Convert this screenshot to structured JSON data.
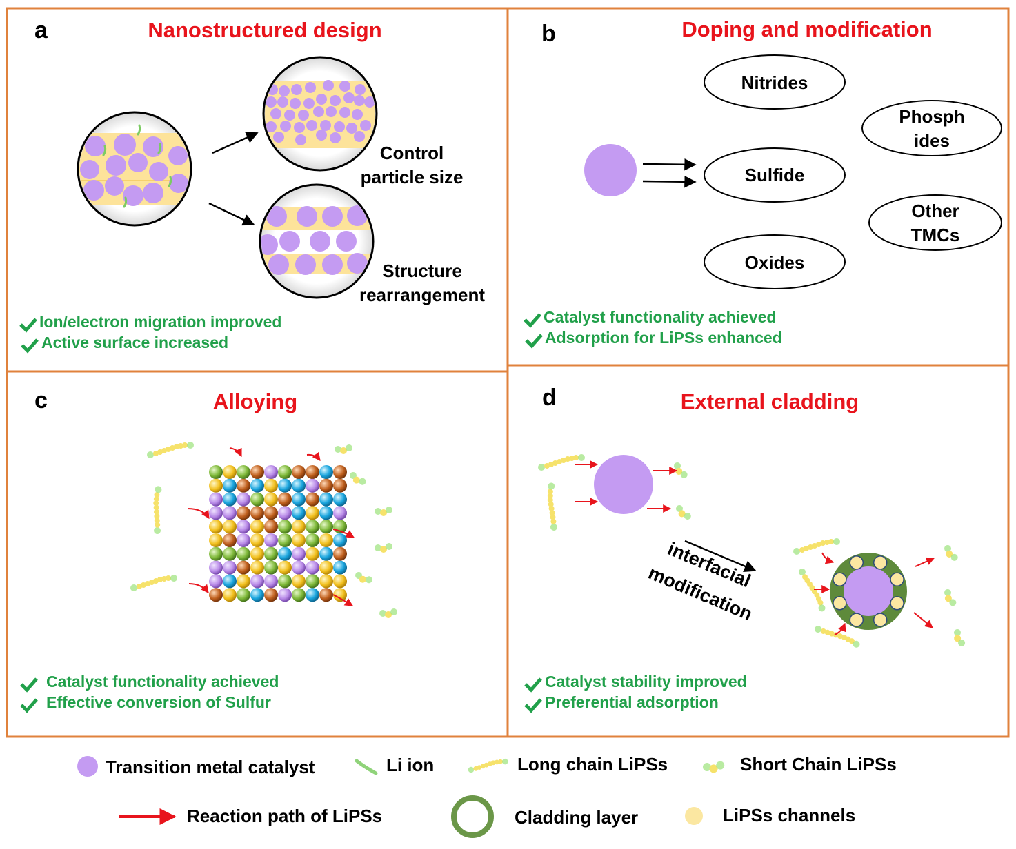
{
  "colors": {
    "panel_border": "#E0823C",
    "title_red": "#E8141C",
    "benefit_green": "#21A04A",
    "purple": "#C49BF2",
    "yellow_layer": "#FDE39A",
    "cladding_green": "#5E8A3B",
    "channel_yellow": "#FBE7A1",
    "arrow_red": "#E8141C"
  },
  "panels": {
    "a": {
      "letter": "a",
      "title": "Nanostructured design",
      "label_upper": [
        "Control",
        "particle size"
      ],
      "label_lower": [
        "Structure",
        "rearrangement"
      ],
      "benefits": [
        "Ion/electron migration improved",
        "Active surface increased"
      ]
    },
    "b": {
      "letter": "b",
      "title": "Doping and modification",
      "ellipses": {
        "nitrides": "Nitrides",
        "sulfide": "Sulfide",
        "oxides": "Oxides",
        "phosphides": [
          "Phosph",
          "ides"
        ],
        "other_tmcs": [
          "Other",
          "TMCs"
        ]
      },
      "benefits": [
        "Catalyst functionality achieved",
        "Adsorption for LiPSs enhanced"
      ]
    },
    "c": {
      "letter": "c",
      "title": "Alloying",
      "benefits": [
        "Catalyst functionality achieved",
        "Effective conversion of Sulfur"
      ]
    },
    "d": {
      "letter": "d",
      "title": "External cladding",
      "process_label": [
        "interfacial",
        "modification"
      ],
      "benefits": [
        "Catalyst stability improved",
        "Preferential adsorption"
      ]
    }
  },
  "legend": {
    "transition_metal": "Transition metal catalyst",
    "li_ion": "Li ion",
    "long_chain": "Long chain LiPSs",
    "short_chain": "Short Chain LiPSs",
    "reaction_path": "Reaction path of LiPSs",
    "cladding_layer": "Cladding layer",
    "channels": "LiPSs channels"
  }
}
